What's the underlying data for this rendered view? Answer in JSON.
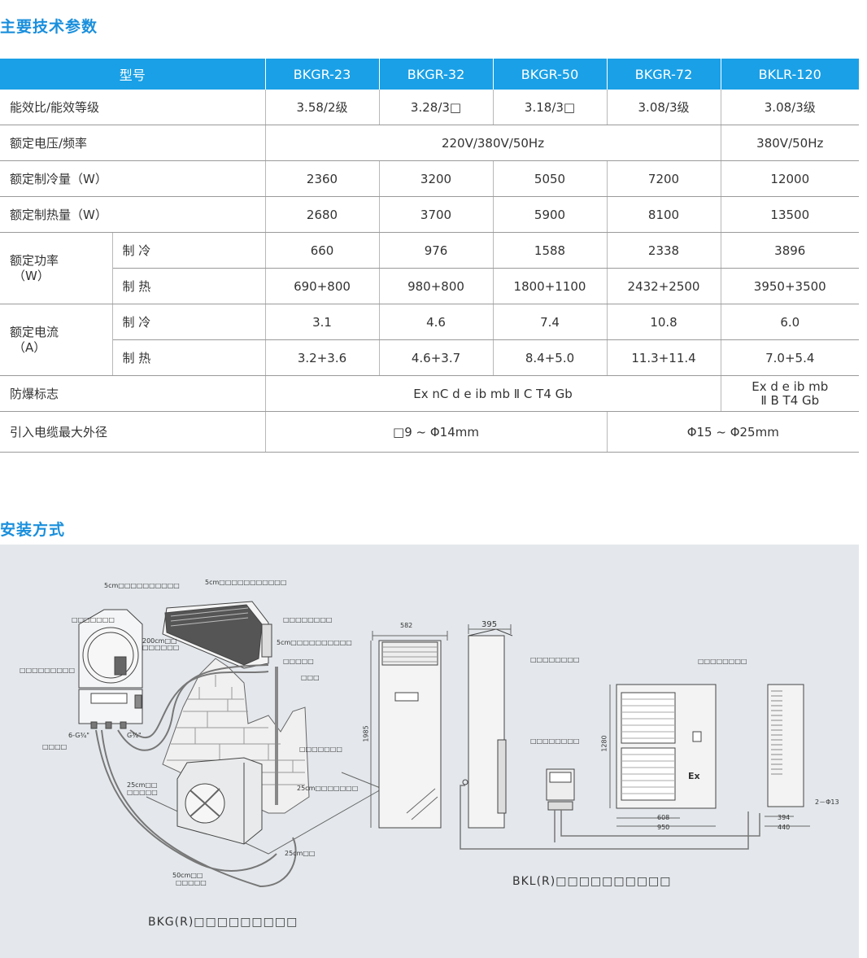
{
  "section_params": "主要技术参数",
  "section_install": "安装方式",
  "table": {
    "model_header": "型号",
    "models": [
      "BKGR-23",
      "BKGR-32",
      "BKGR-50",
      "BKGR-72",
      "BKLR-120"
    ],
    "efficiency": {
      "label": "能效比/能效等级",
      "values": [
        "3.58/2级",
        "3.28/3□",
        "3.18/3□",
        "3.08/3级",
        "3.08/3级"
      ]
    },
    "voltage": {
      "label": "额定电压/频率",
      "merged": "220V/380V/50Hz",
      "last": "380V/50Hz"
    },
    "cooling_capacity": {
      "label": "额定制冷量（W）",
      "values": [
        "2360",
        "3200",
        "5050",
        "7200",
        "12000"
      ]
    },
    "heating_capacity": {
      "label": "额定制热量（W）",
      "values": [
        "2680",
        "3700",
        "5900",
        "8100",
        "13500"
      ]
    },
    "power": {
      "label": "额定功率",
      "unit": "（W）",
      "cool_label": "制 冷",
      "heat_label": "制 热",
      "cool": [
        "660",
        "976",
        "1588",
        "2338",
        "3896"
      ],
      "heat": [
        "690+800",
        "980+800",
        "1800+1100",
        "2432+2500",
        "3950+3500"
      ]
    },
    "current": {
      "label": "额定电流",
      "unit": "（A）",
      "cool_label": "制 冷",
      "heat_label": "制 热",
      "cool": [
        "3.1",
        "4.6",
        "7.4",
        "10.8",
        "6.0"
      ],
      "heat": [
        "3.2+3.6",
        "4.6+3.7",
        "8.4+5.0",
        "11.3+11.4",
        "7.0+5.4"
      ]
    },
    "explosion_mark": {
      "label": "防爆标志",
      "merged": "Ex nC d e ib mb  Ⅱ C T4 Gb",
      "last_line1": "Ex d e ib mb",
      "last_line2": "Ⅱ B T4 Gb"
    },
    "cable": {
      "label": "引入电缆最大外径",
      "left": "□9 ~ Φ14mm",
      "right": "Φ15 ~ Φ25mm"
    }
  },
  "diagram": {
    "caption_left": "BKG(R)□□□□□□□□□",
    "caption_right": "BKL(R)□□□□□□□□□□",
    "notes": {
      "n1": "5cm□□□□□□□□□□",
      "n2": "5cm□□□□□□□□□□□",
      "n3": "□□□□□□□",
      "n4": "□□□□□□□□",
      "n5": "5cm□□□□□□□□□□",
      "n6": "200cm□□",
      "n7": "□□□□□□",
      "n8": "□□□□□□□□□",
      "n9": "□□□□□",
      "n10": "□□□",
      "n11": "6-G¾\"",
      "n12": "G¾\"",
      "n13": "□□□□",
      "n14": "□□□□□□□",
      "n15": "25cm□□",
      "n16": "□□□□□",
      "n17": "25cm□□□□□□□",
      "n18": "25cm□□",
      "n19": "50cm□□",
      "n20": "□□□□□",
      "dim582": "582",
      "dim395": "395",
      "dim1985": "1985",
      "n21": "□□□□□□□□",
      "n22": "□□□□□□□□",
      "n23": "□□□□□□□□",
      "dim1280": "1280",
      "dim608": "608",
      "dim950": "950",
      "dim394": "394",
      "dim440": "440",
      "dim_hole": "2－Φ13",
      "ex": "Ex"
    }
  }
}
